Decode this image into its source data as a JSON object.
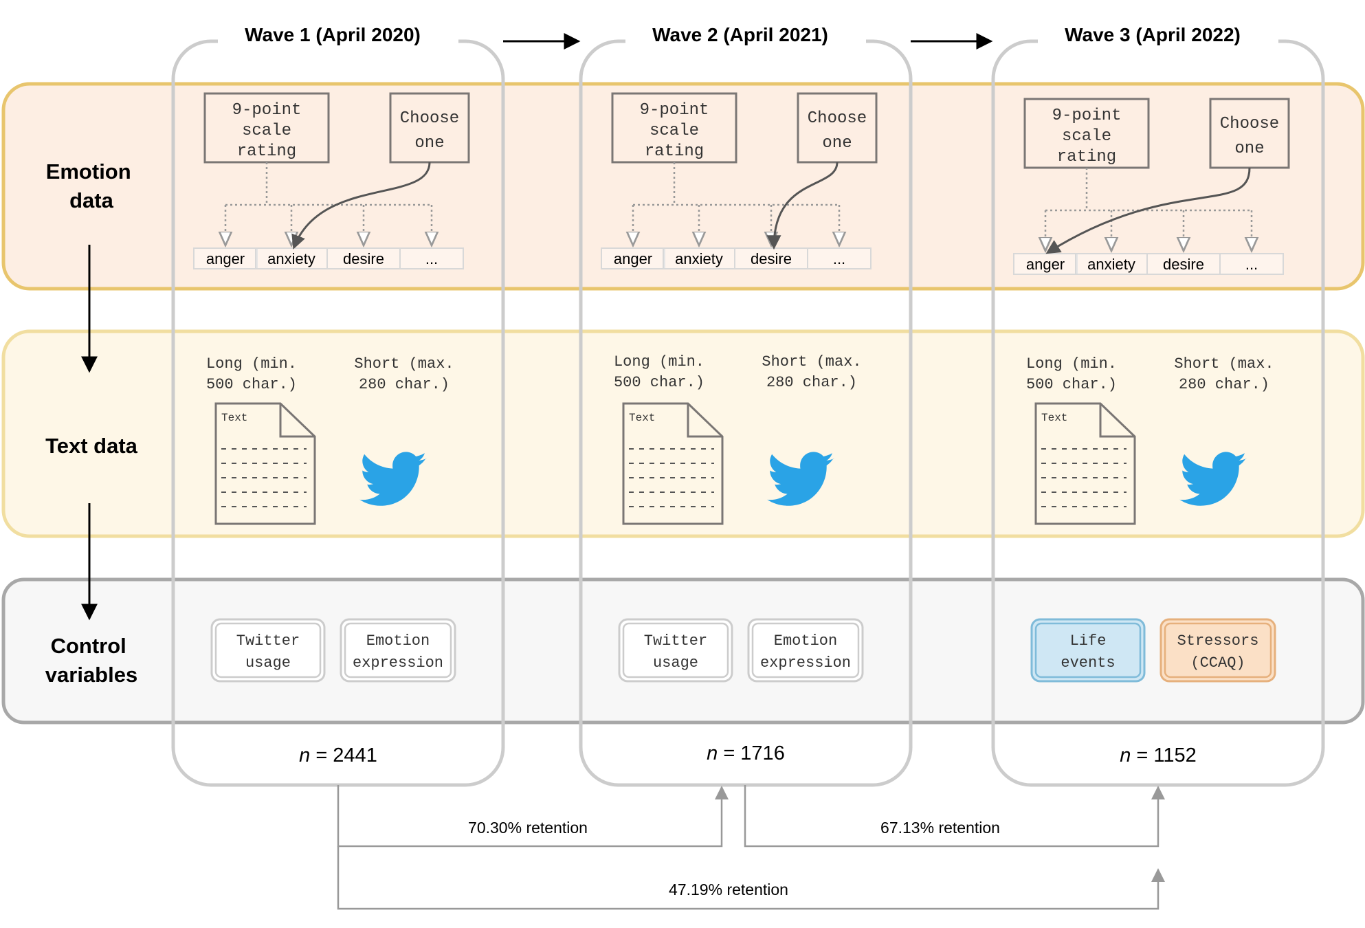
{
  "diagram": {
    "waves": [
      {
        "title": "Wave 1 (April 2020)",
        "rating_box": [
          "9-point",
          "scale",
          "rating"
        ],
        "choose_box": [
          "Choose",
          "one"
        ],
        "emotions": [
          "anger",
          "anxiety",
          "desire",
          "..."
        ],
        "long_label": [
          "Long (min.",
          "500 char.)"
        ],
        "short_label": [
          "Short (max.",
          "280 char.)"
        ],
        "doc_label": "Text",
        "controls": [
          {
            "lines": [
              "Twitter",
              "usage"
            ],
            "color": "grey"
          },
          {
            "lines": [
              "Emotion",
              "expression"
            ],
            "color": "grey"
          }
        ],
        "n_prefix": "n",
        "n_value": "= 2441"
      },
      {
        "title": "Wave 2 (April 2021)",
        "rating_box": [
          "9-point",
          "scale",
          "rating"
        ],
        "choose_box": [
          "Choose",
          "one"
        ],
        "emotions": [
          "anger",
          "anxiety",
          "desire",
          "..."
        ],
        "long_label": [
          "Long (min.",
          "500 char.)"
        ],
        "short_label": [
          "Short (max.",
          "280 char.)"
        ],
        "doc_label": "Text",
        "controls": [
          {
            "lines": [
              "Twitter",
              "usage"
            ],
            "color": "grey"
          },
          {
            "lines": [
              "Emotion",
              "expression"
            ],
            "color": "grey"
          }
        ],
        "n_prefix": "n",
        "n_value": "= 1716"
      },
      {
        "title": "Wave 3 (April 2022)",
        "rating_box": [
          "9-point",
          "scale",
          "rating"
        ],
        "choose_box": [
          "Choose",
          "one"
        ],
        "emotions": [
          "anger",
          "anxiety",
          "desire",
          "..."
        ],
        "long_label": [
          "Long (min.",
          "500 char.)"
        ],
        "short_label": [
          "Short (max.",
          "280 char.)"
        ],
        "doc_label": "Text",
        "controls": [
          {
            "lines": [
              "Life",
              "events"
            ],
            "color": "blue"
          },
          {
            "lines": [
              "Stressors",
              "(CCAQ)"
            ],
            "color": "orange"
          }
        ],
        "n_prefix": "n",
        "n_value": "= 1152"
      }
    ],
    "rows": {
      "emotion": [
        "Emotion",
        "data"
      ],
      "text": [
        "Text data"
      ],
      "control": [
        "Control",
        "variables"
      ]
    },
    "retention": {
      "w1_w2": "70.30% retention",
      "w2_w3": "67.13% retention",
      "w1_w3": "47.19% retention"
    },
    "colors": {
      "emotion_band_fill": "#fdeee3",
      "emotion_band_stroke": "#e8c56d",
      "text_band_fill": "#fef7e7",
      "text_band_stroke": "#f1dea0",
      "control_band_fill": "#f7f7f7",
      "control_band_stroke": "#a8a8a8",
      "wave_column_stroke": "#cccccc",
      "twitter_blue": "#2aa3e6",
      "life_events_fill": "#cfe7f4",
      "life_events_stroke": "#7fbbd9",
      "stressors_fill": "#fbe0c6",
      "stressors_stroke": "#e6b07c"
    },
    "icons": {
      "twitter": "twitter-bird-icon",
      "document": "document-icon"
    }
  }
}
